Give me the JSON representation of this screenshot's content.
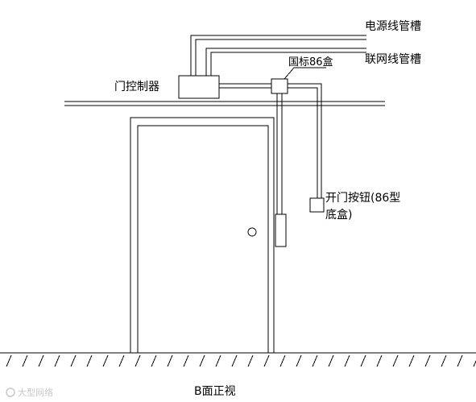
{
  "diagram": {
    "labels": {
      "power_conduit": "电源线管槽",
      "network_conduit": "联网线管槽",
      "junction_box": "国标86盒",
      "door_controller": "门控制器",
      "exit_button_line1": "开门按钮(86型",
      "exit_button_line2": "底盒)",
      "view_caption": "B面正视"
    },
    "watermark": "大型网络",
    "colors": {
      "line": "#000000",
      "background": "#ffffff",
      "watermark": "#c8c8c8"
    }
  }
}
